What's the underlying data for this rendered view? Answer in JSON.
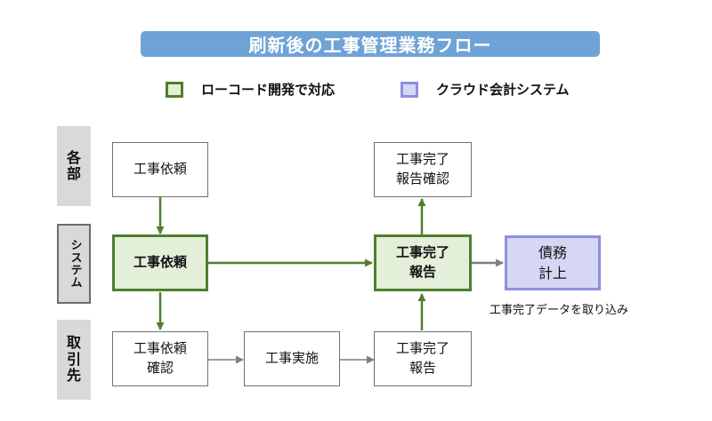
{
  "title": "刷新後の工事管理業務フロー",
  "legend": [
    {
      "label": "ローコード開発で対応",
      "color": "#e3efd8",
      "border": "#4f7f2e"
    },
    {
      "label": "クラウド会計システム",
      "color": "#d6d7f4",
      "border": "#8e8fe0"
    }
  ],
  "lanes": {
    "departments": "各\n部",
    "system": "システム",
    "contractor": "取\n引\n先"
  },
  "boxes": {
    "dept_request": "工事依頼",
    "dept_completion_check": "工事完了\n報告確認",
    "sys_request": "工事依頼",
    "sys_completion_report": "工事完了\n報告",
    "accounting": "債務\n計上",
    "vendor_request_confirm": "工事依頼\n確認",
    "vendor_execution": "工事実施",
    "vendor_completion_report": "工事完了\n報告"
  },
  "annotation": "工事完了データを取り込み",
  "colors": {
    "title_bg": "#6fa3d6",
    "green_arrow": "#4f7f2e",
    "gray_arrow": "#7f7f7f"
  }
}
